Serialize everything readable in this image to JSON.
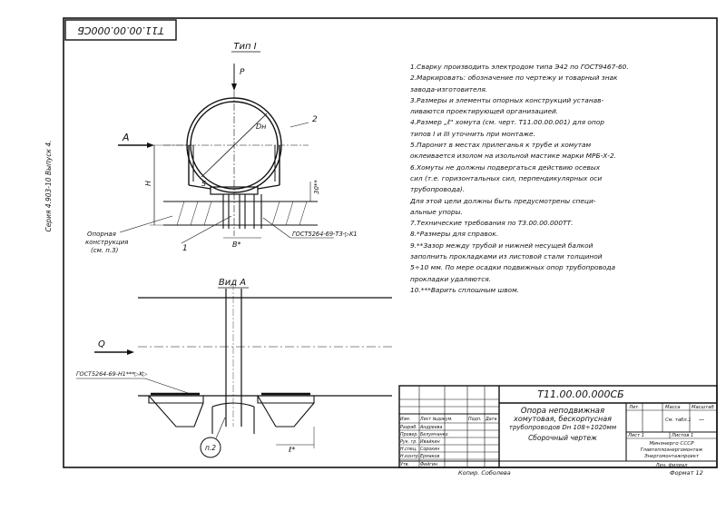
{
  "doc_code_rotated": "Т11.00.00.000СБ",
  "series_label": "Серия 4.903-10  Выпуск 4.",
  "view_type1_title": "Тип I",
  "view_a_title": "Вид А",
  "labels": {
    "load_p": "P",
    "section_a": "А",
    "section_q": "Q",
    "dim_h": "Н",
    "dim_dn": "Dн",
    "dim_s": "S",
    "dim_b": "B*",
    "dim_l": "ℓ*",
    "dim_30": "30**",
    "pos1": "1",
    "pos2": "2",
    "pos_p2": "п.2",
    "weld1": "ГОСТ5264-69-Т3-▷K1",
    "weld2": "ГОСТ5264-69-Н1***▷K▷",
    "support_label_1": "Опорная",
    "support_label_2": "конструкция",
    "support_label_3": "(см. п.3)"
  },
  "notes": [
    "1.Сварку производить электродом типа Э42 по ГОСТ9467-60.",
    "2.Маркировать: обозначение по чертежу и товарный знак",
    "завода-изготовителя.",
    "3.Размеры и элементы опорных конструкций устанав-",
    "ливаются проектирующей организацией.",
    "4.Размер „ℓ\" хомута (см. черт. Т11.00.00.001) для опор",
    "типов I и III уточнить при монтаже.",
    "5.Паронит в местах прилеганья к трубе и хомутам",
    "оклеивается изолом на изольной мастике марки МРБ-Х-2.",
    "6.Хомуты не должны подвергаться действию осевых",
    "сил (т.е. горизонтальных сил, перпендикулярных оси",
    "трубопровода).",
    "Для этой цели должны быть предусмотрены специ-",
    "альные упоры.",
    "7.Технические требования по Т3.00.00.000ТТ.",
    "8.*Размеры для справок.",
    "9.**Зазор между трубой и нижней несущей балкой",
    "заполнить прокладками из листовой стали толщиной",
    "5÷10 мм. По мере осадки подвижных опор трубопровода",
    "прокладки удаляются.",
    "10.***Варить сплошным швом."
  ],
  "title_block": {
    "designation": "Т11.00.00.000СБ",
    "name_lines": [
      "Опора неподвижная",
      "хомутовая, бескорпусная",
      "трубопроводов Dн 108÷1020мм",
      "Сборочный чертеж"
    ],
    "lit": "Лит.",
    "mass": "Масса",
    "scale": "Масштаб",
    "mass_value": "См. табл.1",
    "scale_value": "—",
    "sheet": "Лист 1",
    "sheets": "Листов 1",
    "org_lines": [
      "Минэнерго СССР",
      "Главтеплоэнергомонтаж",
      "Энергомонтажпроект",
      "Лен. филиал"
    ],
    "roles": [
      {
        "role": "Изм.",
        "name": "Лист №докум.",
        "sign": "Подп.",
        "date": "Дата"
      },
      {
        "role": "Разраб.",
        "name": "Андреева",
        "sign": "",
        "date": ""
      },
      {
        "role": "Провер.",
        "name": "Белумчанко",
        "sign": "",
        "date": ""
      },
      {
        "role": "Рук. гр.",
        "name": "Ивайкин",
        "sign": "",
        "date": ""
      },
      {
        "role": "Н.спец.",
        "name": "Сорокин",
        "sign": "",
        "date": ""
      },
      {
        "role": "Н.контр.",
        "name": "Ермаков",
        "sign": "",
        "date": ""
      },
      {
        "role": "Утв.",
        "name": "Фейгин",
        "sign": "",
        "date": ""
      }
    ],
    "copy_label": "Копир. Соболева",
    "format_label": "Формат 12"
  }
}
